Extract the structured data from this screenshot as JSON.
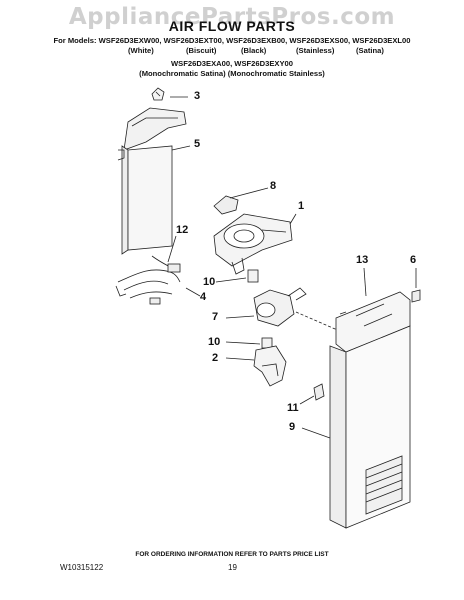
{
  "watermark": "AppliancePartsPros.com",
  "title": "AIR FLOW PARTS",
  "models_line": "For Models: WSF26D3EXW00, WSF26D3EXT00, WSF26D3EXB00, WSF26D3EXS00, WSF26D3EXL00",
  "colors": [
    "(White)",
    "(Biscuit)",
    "(Black)",
    "(Stainless)",
    "(Satina)"
  ],
  "models_line2": "WSF26D3EXA00, WSF26D3EXY00",
  "models_line3": "(Monochromatic Satina) (Monochromatic Stainless)",
  "callouts": [
    "3",
    "5",
    "8",
    "1",
    "12",
    "13",
    "6",
    "10",
    "4",
    "7",
    "10",
    "2",
    "11",
    "9"
  ],
  "footer_note": "FOR ORDERING INFORMATION REFER TO PARTS PRICE LIST",
  "doc_number": "W10315122",
  "page_number": "19"
}
